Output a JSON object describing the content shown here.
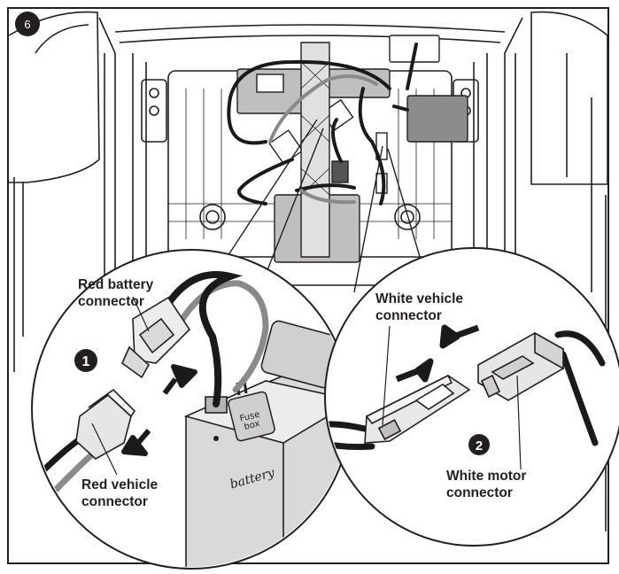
{
  "step_number": "6",
  "callout_1": "1",
  "callout_2": "2",
  "labels": {
    "red_battery_connector": "Red battery\nconnector",
    "red_vehicle_connector": "Red vehicle\nconnector",
    "white_vehicle_connector": "White vehicle\nconnector",
    "white_motor_connector": "White motor\nconnector",
    "fuse_box": "Fuse\nbox",
    "battery": "battery"
  }
}
